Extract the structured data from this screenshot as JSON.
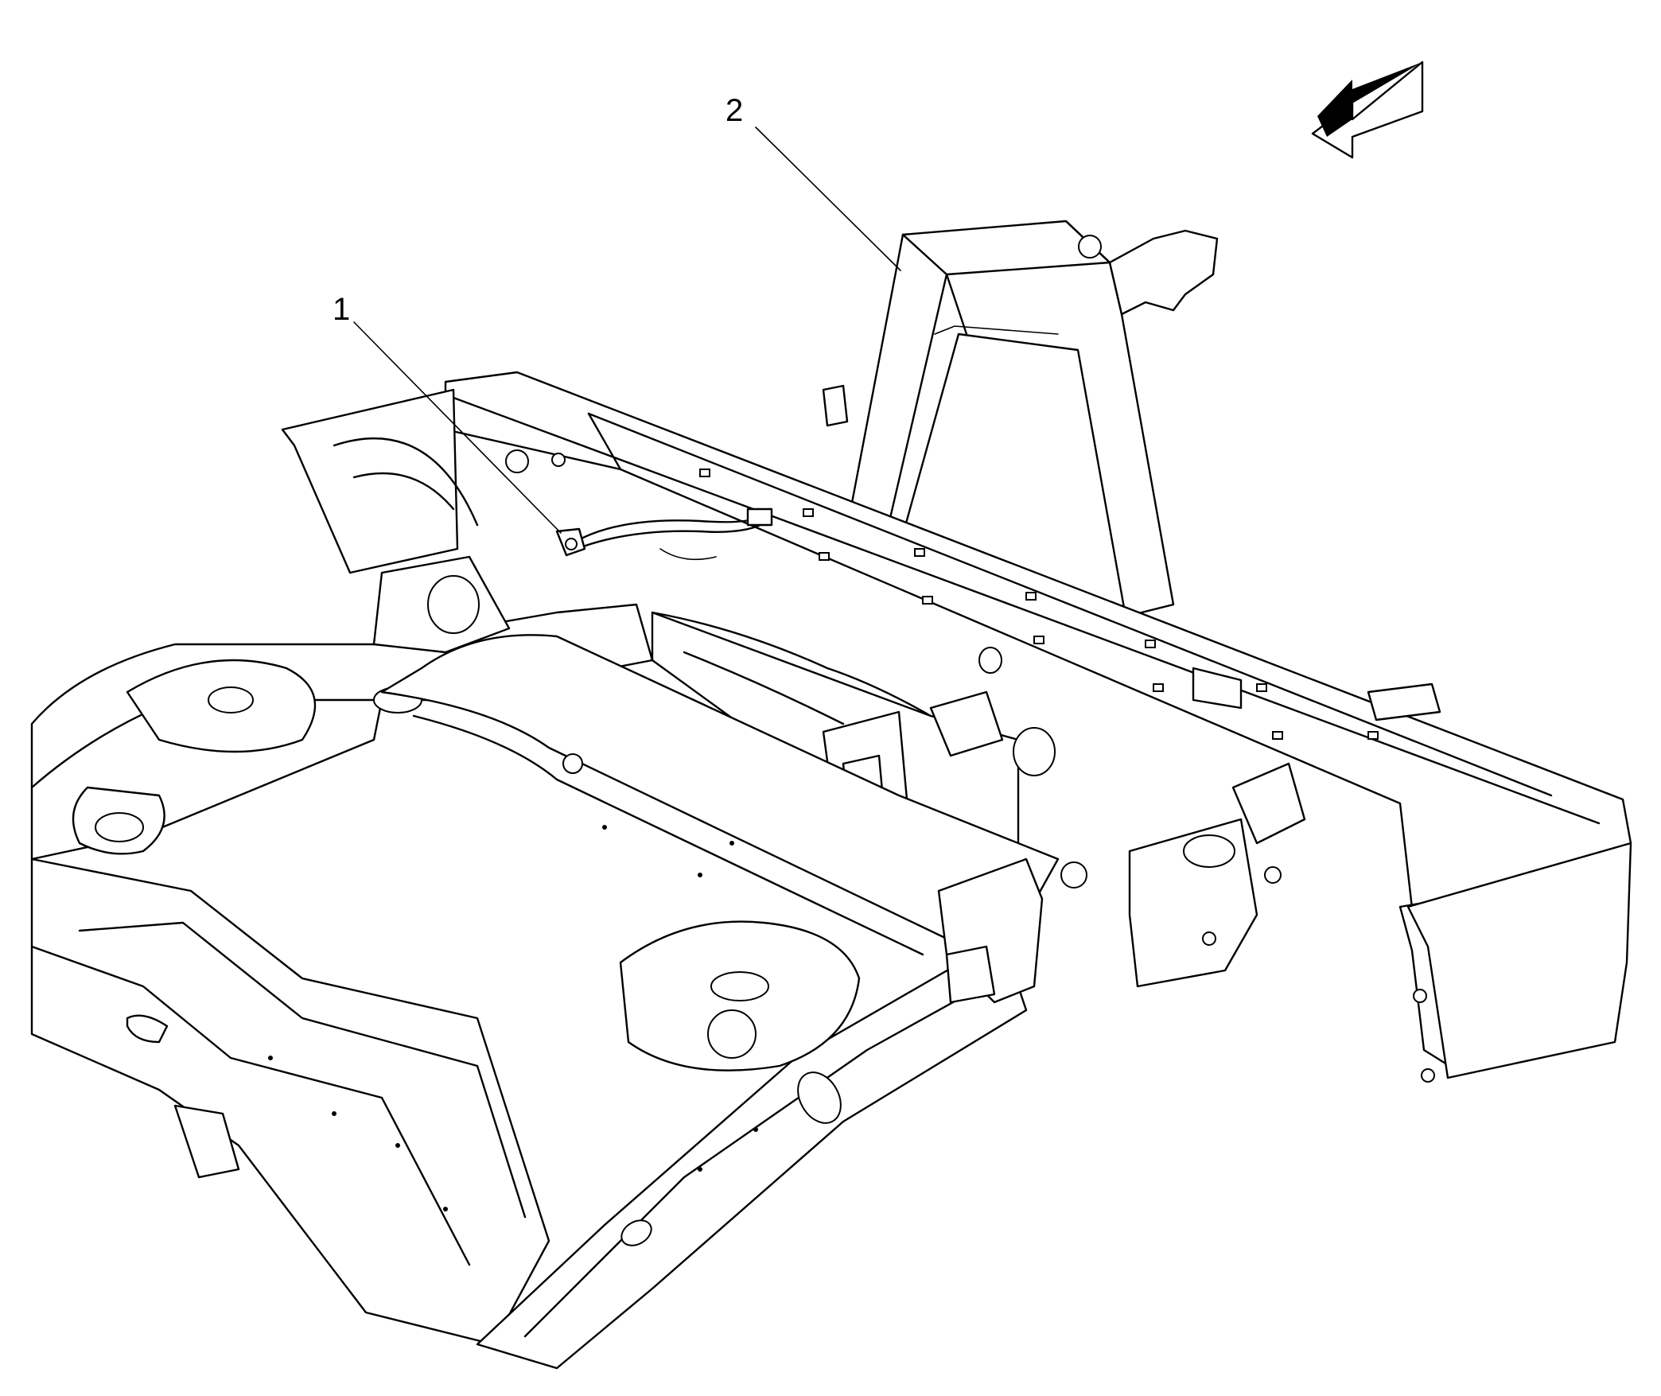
{
  "callouts": [
    {
      "id": "1",
      "label": "1"
    },
    {
      "id": "2",
      "label": "2"
    }
  ],
  "icons": [
    "direction-arrow-icon"
  ],
  "colors": {
    "line": "#000000",
    "background": "#ffffff"
  }
}
